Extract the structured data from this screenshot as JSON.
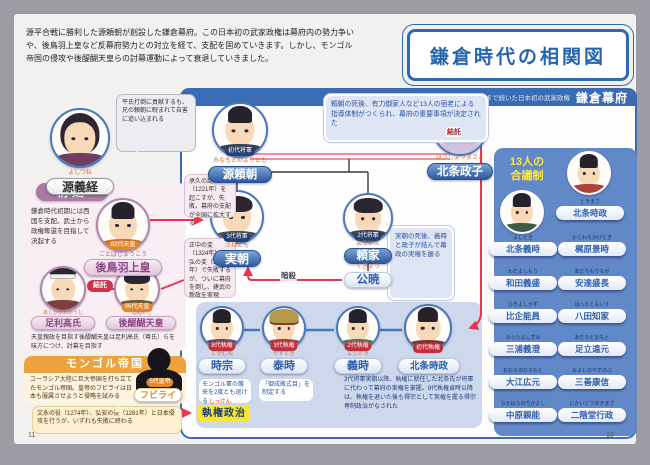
{
  "page": {
    "left_number": "11",
    "right_number": "10"
  },
  "intro": "源平合戦に勝利した源頼朝が創設した鎌倉幕府。この日本初の武家政権は幕府内の勢力争いや、後鳥羽上皇など反幕府勢力との対立を経て、支配を固めていきます。しかし、モンゴル帝国の侵攻や後醍醐天皇らの討幕運動によって衰退していきました。",
  "title": "鎌倉時代の相関図",
  "bakufu_header": {
    "subtitle": "12世紀末から1333年まで続いた日本初の武家政権",
    "name": "鎌倉幕府"
  },
  "council_bubble": "頼朝の死後、有力御家人など13人の宿老による指導体制がつくられ、幕府の重要事項が決定された",
  "yoshitsune": {
    "furigana": "よしつね",
    "name": "源義経",
    "bubble": "平氏打倒に貢献するも、兄の頼朝に睨まれて自害に追い込まれる"
  },
  "yoritomo": {
    "badge": "初代将軍",
    "furigana": "みなもとのよりとも",
    "name": "源頼朝"
  },
  "masako": {
    "furigana": "ほうじょうまさこ",
    "name": "北条政子",
    "collusion": "結託",
    "bubble": "実朝の死後、義時と政子が結んで幕政の実権を握る"
  },
  "sanetomo": {
    "badge": "3代将軍",
    "furigana": "さねとも",
    "name": "実朝"
  },
  "yoriie": {
    "badge": "2代将軍",
    "furigana": "よりいえ",
    "name": "頼家"
  },
  "kugyo": {
    "furigana": "くぎょう",
    "name": "公暁",
    "assassination": "暗殺"
  },
  "court": {
    "title": "朝廷",
    "desc": "鎌倉時代初期には西国を支配。武士から政権奪還を目指して決起する",
    "collusion": "結託",
    "bottom_desc": "天皇親政を目指す後醍醐天皇は足利高氏（尊氏）らを味方につけ、討幕を目指す",
    "gotoba": {
      "badge": "82代天皇",
      "furigana": "ごとばじょうこう",
      "name": "後鳥羽上皇",
      "bubble1": "承久の乱（1221年）を起こすが、失敗。幕府の支配が全国に拡大する"
    },
    "takauji": {
      "furigana": "あしかがたかうじ",
      "name": "足利高氏"
    },
    "godaigo": {
      "badge": "96代天皇",
      "furigana": "ごだいご",
      "name": "後醍醐天皇",
      "bubble": "正中の変（1324年）、元弘の変（1331年）で失敗するが、ついに幕府を倒し、建武の新政を実現"
    }
  },
  "mongol": {
    "title": "モンゴル帝国",
    "desc": "ユーラシア大陸に巨大帝国を打ち立てたモンゴル帝国。皇帝のフビライは日本も服属させようと侵略を試みる",
    "kublai_badge": "5代皇帝",
    "kublai_name": "フビライ",
    "bubble": "文永の役（1274年）、弘安の役（1281年）と日本侵攻を行うが、いずれも失敗に終わる"
  },
  "regents": {
    "tokimune": {
      "badge": "8代執権",
      "furigana": "ときむね",
      "name": "時宗",
      "bubble": "モンゴル軍の襲来を2度とも退ける"
    },
    "yasutoki": {
      "badge": "3代執権",
      "furigana": "やすとき",
      "name": "泰時",
      "bubble": "「御成敗式目」を制定する"
    },
    "yoshitoki": {
      "badge": "2代執権",
      "furigana": "よしとき",
      "name": "義時"
    },
    "tokimasa": {
      "badge": "初代執権",
      "name": "北条時政"
    },
    "regency_furigana": "しっけん",
    "regency_label": "執権政治",
    "desc": "3代将軍実朝以降、執権に就任した北条氏が将軍に代わって幕府の実権を掌握。9代執権貞時以降は、執権を退いた後も得宗として実権を握る得宗専制政治がなされた"
  },
  "council": {
    "title_line1": "13人の",
    "title_line2": "合議制",
    "members": [
      {
        "furigana": "ときまさ",
        "name": "北条時政"
      },
      {
        "furigana": "よしとき",
        "name": "北条義時"
      },
      {
        "furigana": "かじわらかげとき",
        "name": "梶原景時"
      },
      {
        "furigana": "わだよしもり",
        "name": "和田義盛"
      },
      {
        "furigana": "あだちもりなが",
        "name": "安達盛長"
      },
      {
        "furigana": "ひきよしかず",
        "name": "比企能員"
      },
      {
        "furigana": "はったともいえ",
        "name": "八田知家"
      },
      {
        "furigana": "みうらよしずみ",
        "name": "三浦義澄"
      },
      {
        "furigana": "あだちとおもと",
        "name": "足立遠元"
      },
      {
        "furigana": "おおえのひろもと",
        "name": "大江広元"
      },
      {
        "furigana": "みよしのやすのぶ",
        "name": "三善康信"
      },
      {
        "furigana": "なかはらのちかよし",
        "name": "中原親能"
      },
      {
        "furigana": "にかいどうゆきまさ",
        "name": "二階堂行政"
      }
    ]
  },
  "colors": {
    "accent_blue": "#3a6cb4",
    "council_bg": "#6289c7",
    "relation_red": "#e8364e",
    "court_mauve": "#aa7aa4",
    "mongol_orange": "#eca33f",
    "council_title_yellow": "#ffe73c"
  }
}
